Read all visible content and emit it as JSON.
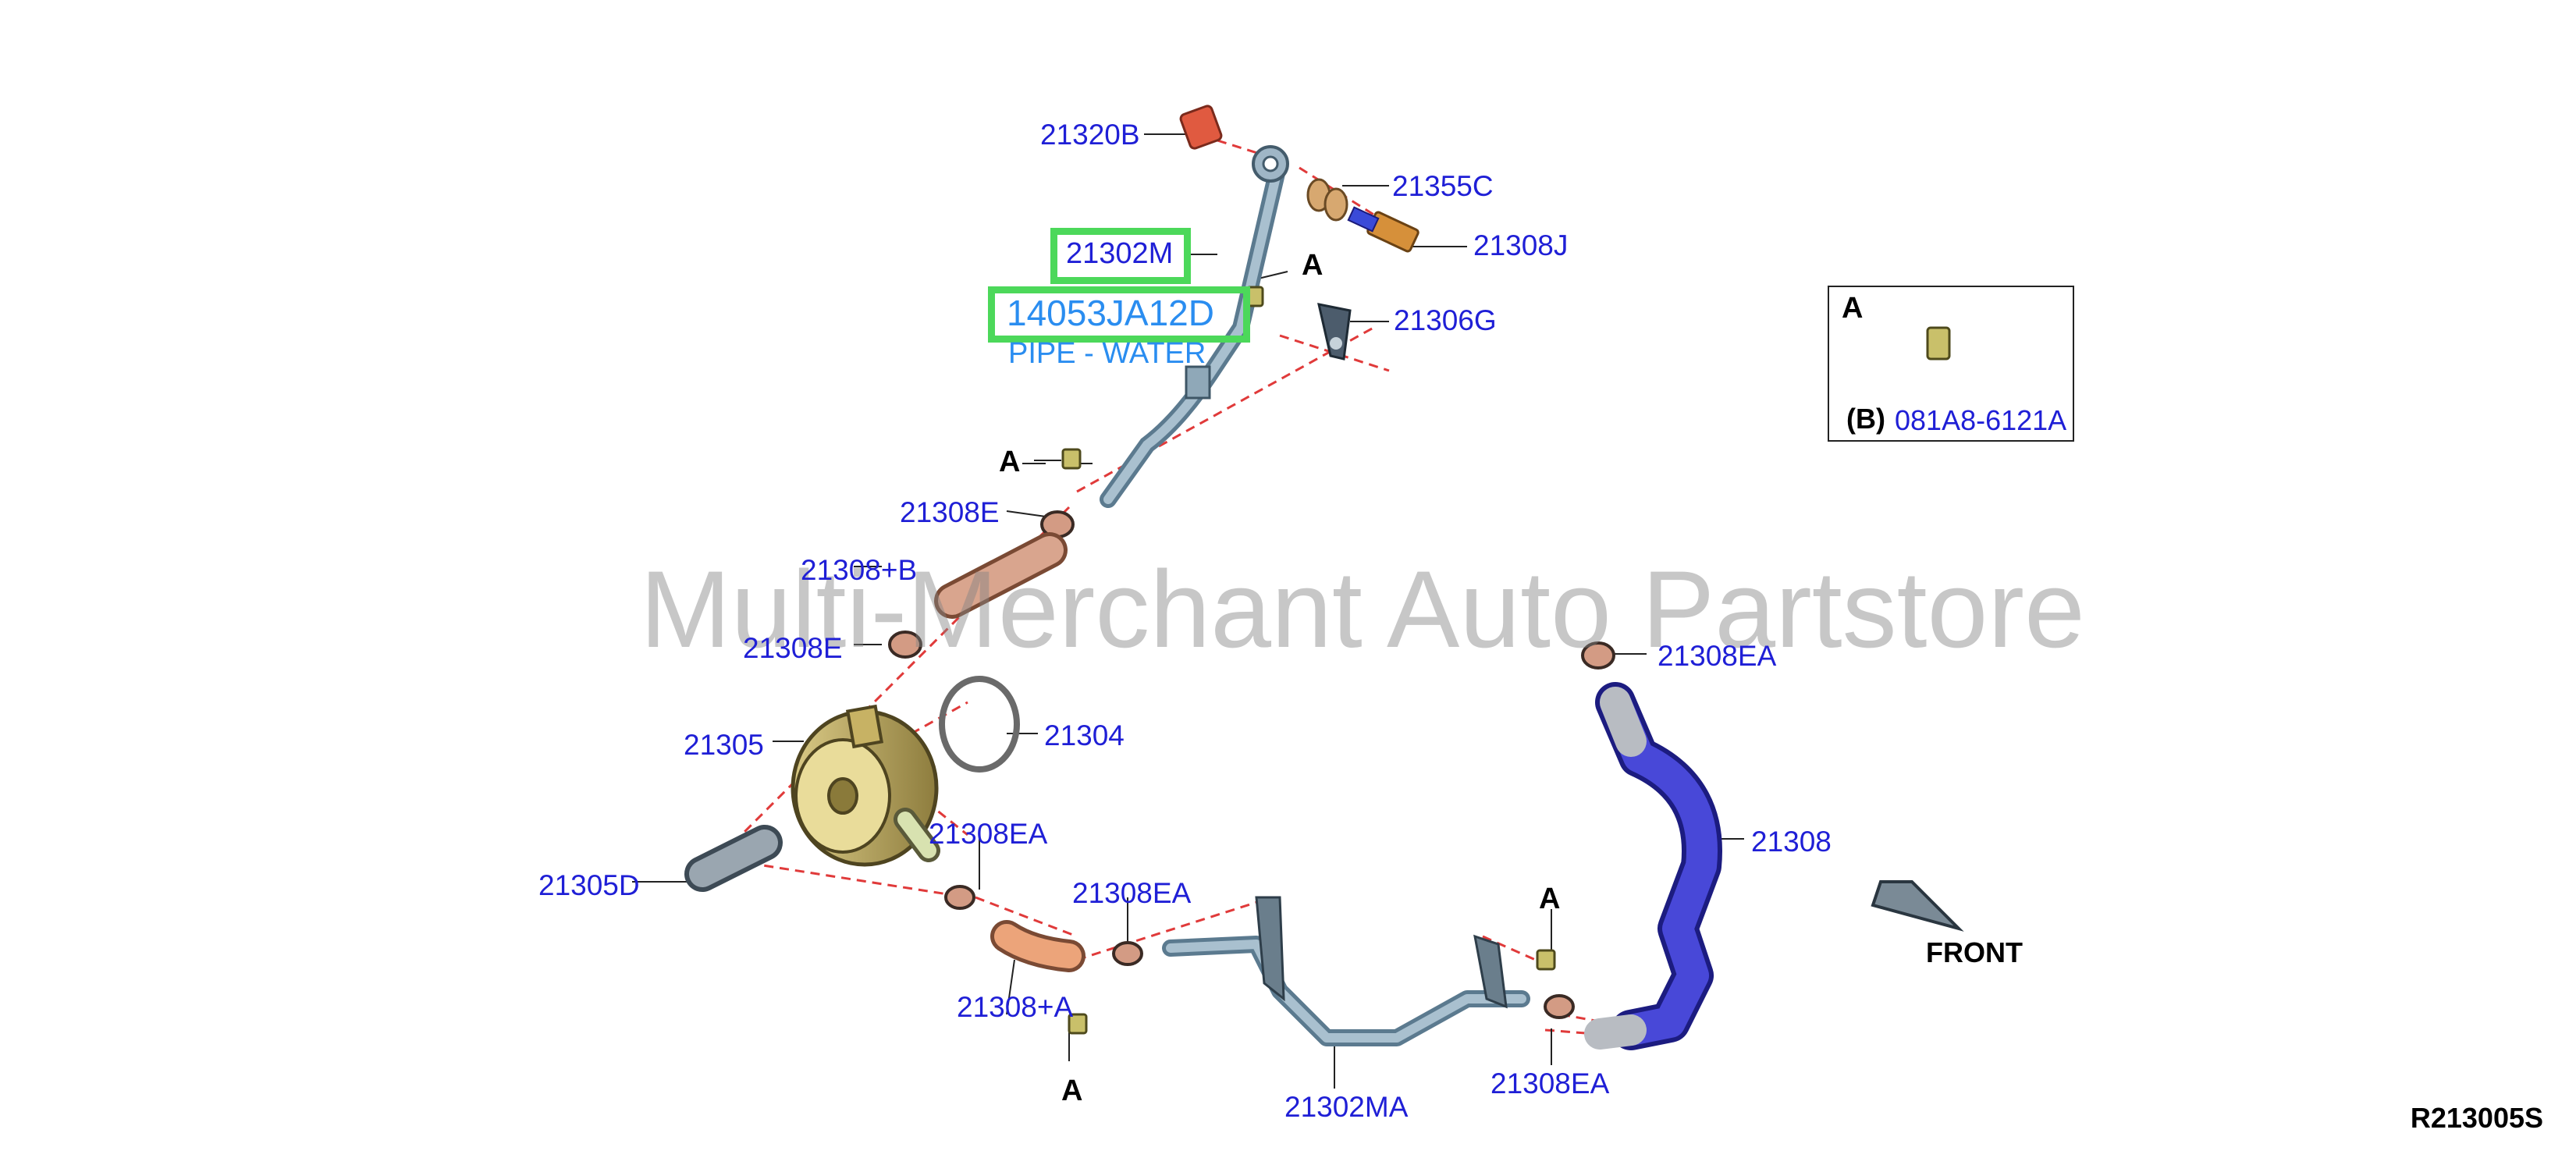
{
  "watermark": "Multi-Merchant Auto Partstore",
  "diagram_code": "R213005S",
  "front_label": "FRONT",
  "ref_letter": "A",
  "highlight": {
    "part_no": "21302M",
    "oem_no": "14053JA12D",
    "description": "PIPE - WATER"
  },
  "detail_box": {
    "letter": "A",
    "prefix": "(B)",
    "part_no": "081A8-6121A"
  },
  "parts": {
    "p21320B": "21320B",
    "p21355C": "21355C",
    "p21308J": "21308J",
    "p21306G": "21306G",
    "p21308E_1": "21308E",
    "p21308B": "21308+B",
    "p21308E_2": "21308E",
    "p21304": "21304",
    "p21305": "21305",
    "p21305D": "21305D",
    "p21308EA_1": "21308EA",
    "p21308EA_2": "21308EA",
    "p21308A": "21308+A",
    "p21302MA": "21302MA",
    "p21308EA_3": "21308EA",
    "p21308EA_4": "21308EA",
    "p21308": "21308"
  },
  "colors": {
    "label_blue": "#1f1fd6",
    "highlight_green": "#4cd85a",
    "highlight_text": "#2a8df0",
    "pipe_steel": "#8fa8b8",
    "hose_blue": "#4545d8",
    "hose_orange": "#e6966a",
    "cooler_yellow": "#c9b66a",
    "leader_red": "#e03a3a"
  }
}
